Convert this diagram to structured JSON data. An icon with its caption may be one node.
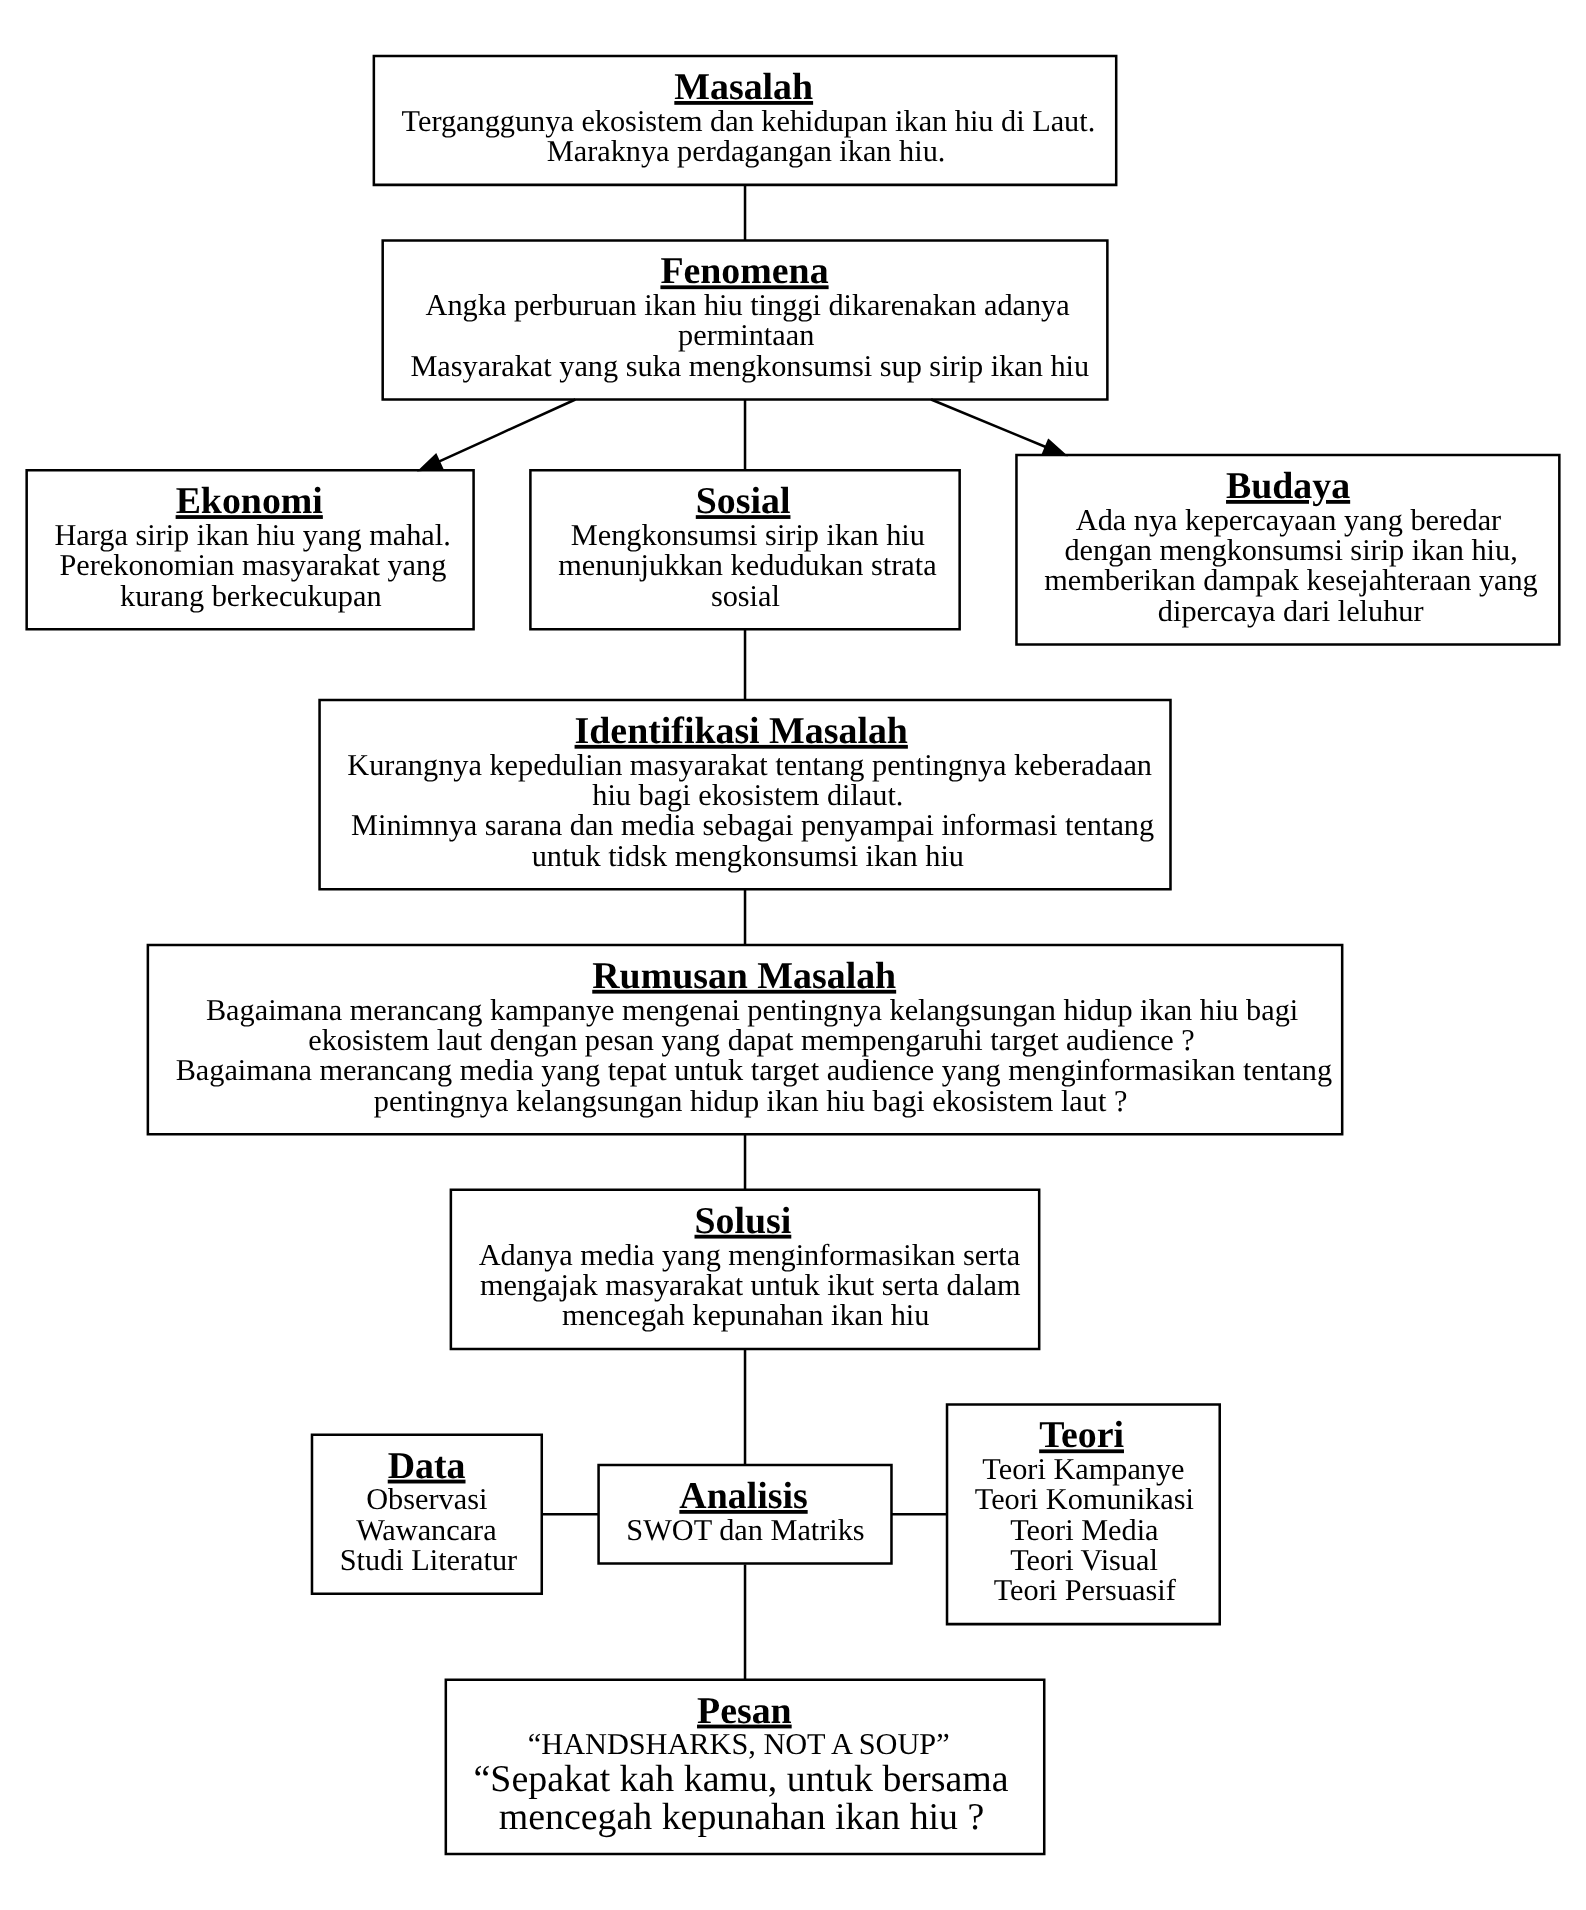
{
  "diagram": {
    "nodes": [
      {
        "text": [
          "Masalah",
          "Terganggunya ekosistem dan kehidupan ikan hiu di Laut. Maraknya perdagangan ikan hiu."
        ]
      },
      {
        "text": [
          "Fenomena",
          "Angka perburuan ikan hiu tinggi dikarenakan adanya permintaan",
          "Masyarakat yang suka mengkonsumsi sup sirip ikan hiu"
        ]
      },
      {
        "text": [
          "Ekonomi",
          "Harga sirip ikan hiu yang mahal. Perekonomian masyarakat yang kurang berkecukupan"
        ]
      },
      {
        "text": [
          "Sosial",
          "Mengkonsumsi sirip ikan hiu menunjukkan kedudukan strata sosial"
        ]
      },
      {
        "text": [
          "Budaya",
          "Ada nya kepercayaan yang beredar dengan mengkonsumsi sirip ikan hiu, memberikan dampak kesejahteraan yang dipercaya dari leluhur"
        ]
      },
      {
        "text": [
          "Identifikasi Masalah",
          "Kurangnya kepedulian masyarakat tentang pentingnya keberadaan hiu bagi ekosistem dilaut.",
          "Minimnya sarana dan media sebagai penyampai informasi tentang untuk tidsk mengkonsumsi ikan hiu"
        ]
      },
      {
        "text": [
          "Rumusan Masalah",
          "Bagaimana merancang kampanye mengenai pentingnya kelangsungan hidup ikan hiu bagi ekosistem laut dengan pesan yang dapat mempengaruhi target audience ?",
          "Bagaimana merancang media yang tepat untuk target audience yang menginformasikan tentang pentingnya kelangsungan hidup ikan hiu bagi ekosistem laut ?"
        ]
      },
      {
        "text": [
          "Solusi",
          "Adanya media yang menginformasikan serta mengajak masyarakat untuk ikut serta dalam mencegah kepunahan ikan hiu"
        ]
      },
      {
        "text": [
          "Data",
          "Observasi",
          "Wawancara",
          "Studi Literatur"
        ]
      },
      {
        "text": [
          "Analisis",
          "SWOT dan Matriks"
        ]
      },
      {
        "text": [
          "Teori",
          "Teori Kampanye",
          "Teori Komunikasi",
          "Teori Media",
          "Teori Visual",
          "Teori Persuasif"
        ]
      },
      {
        "text": [
          "Pesan",
          "“HANDSHARKS, NOT A SOUP”",
          "“Sepakat kah kamu, untuk bersama mencegah kepunahan ikan hiu ?"
        ]
      }
    ],
    "edges": [
      {
        "from": 0,
        "to": 1,
        "arrow": "none"
      },
      {
        "from": 1,
        "to": 2,
        "arrow": "to"
      },
      {
        "from": 1,
        "to": 3,
        "arrow": "none"
      },
      {
        "from": 1,
        "to": 4,
        "arrow": "to"
      },
      {
        "from": 3,
        "to": 5,
        "arrow": "none"
      },
      {
        "from": 5,
        "to": 6,
        "arrow": "none"
      },
      {
        "from": 6,
        "to": 7,
        "arrow": "none"
      },
      {
        "from": 7,
        "to": 9,
        "arrow": "none"
      },
      {
        "from": 8,
        "to": 9,
        "arrow": "none"
      },
      {
        "from": 10,
        "to": 9,
        "arrow": "none"
      },
      {
        "from": 9,
        "to": 11,
        "arrow": "none"
      }
    ]
  }
}
